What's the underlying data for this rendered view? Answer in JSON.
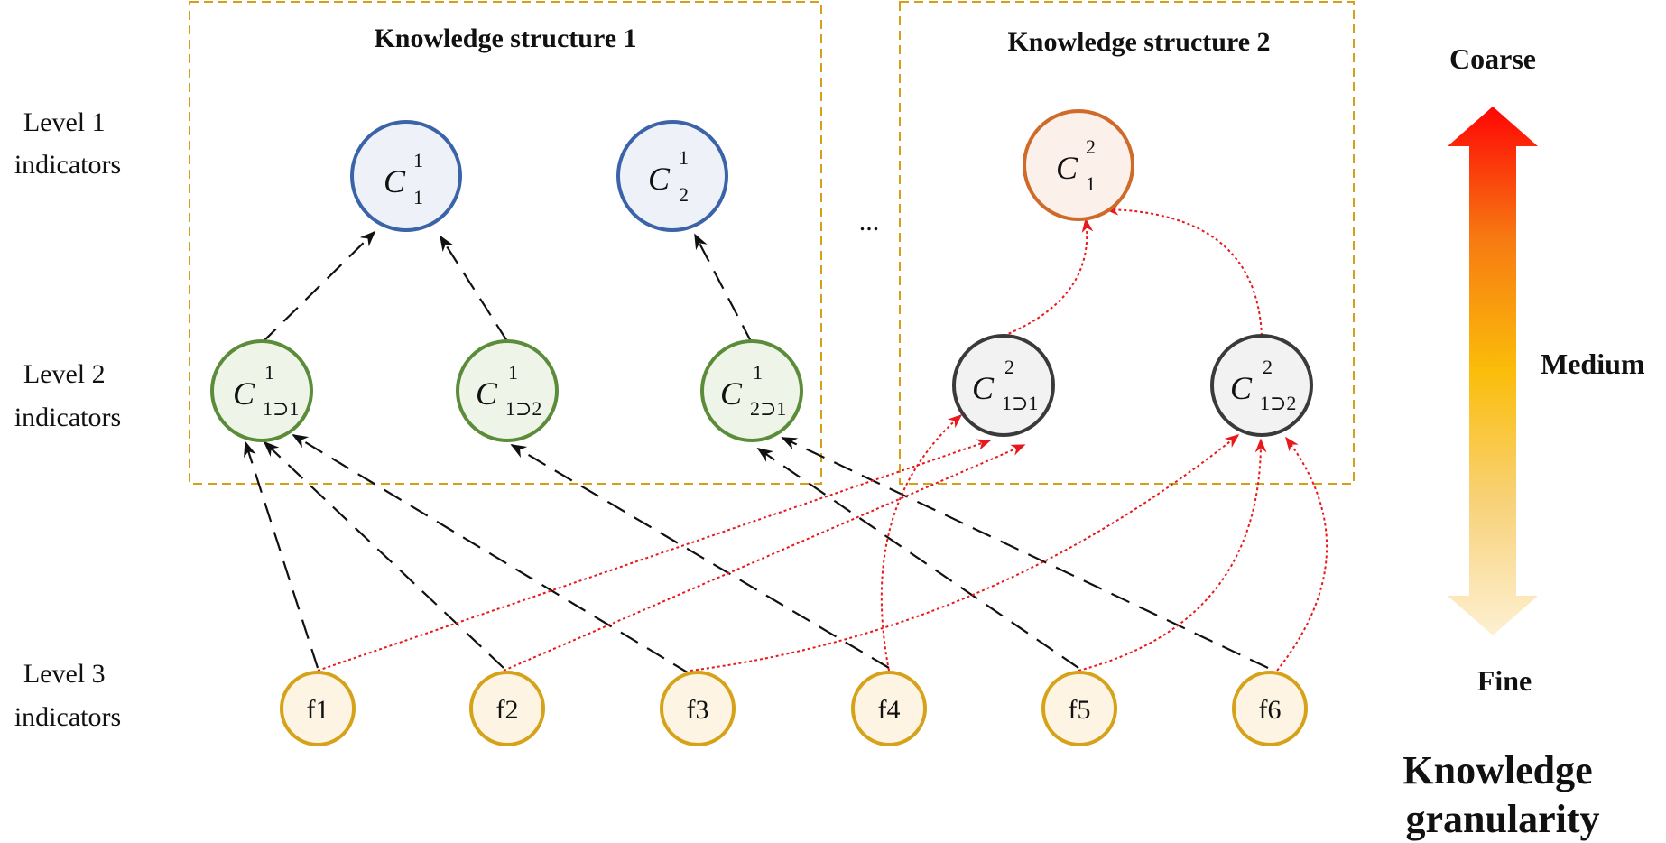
{
  "levels": {
    "l1": [
      "Level 1",
      "indicators"
    ],
    "l2": [
      "Level 2",
      "indicators"
    ],
    "l3": [
      "Level 3",
      "indicators"
    ]
  },
  "structures": {
    "s1": "Knowledge structure 1",
    "s2": "Knowledge structure 2"
  },
  "ellipsis": "...",
  "granularity": {
    "coarse": "Coarse",
    "medium": "Medium",
    "fine": "Fine",
    "title": [
      "Knowledge",
      "granularity"
    ]
  },
  "nodes": {
    "c1_1": {
      "base": "C",
      "sup": "1",
      "sub": "1"
    },
    "c1_2": {
      "base": "C",
      "sup": "1",
      "sub": "2"
    },
    "c2_1": {
      "base": "C",
      "sup": "2",
      "sub": "1"
    },
    "c1_11": {
      "base": "C",
      "sup": "1",
      "sub": "1⊃1"
    },
    "c1_12": {
      "base": "C",
      "sup": "1",
      "sub": "1⊃2"
    },
    "c1_21": {
      "base": "C",
      "sup": "1",
      "sub": "2⊃1"
    },
    "c2_11": {
      "base": "C",
      "sup": "2",
      "sub": "1⊃1"
    },
    "c2_12": {
      "base": "C",
      "sup": "2",
      "sub": "1⊃2"
    },
    "f": [
      "f1",
      "f2",
      "f3",
      "f4",
      "f5",
      "f6"
    ]
  },
  "colors": {
    "box": "#d4a017",
    "blue": "#3a63a8",
    "green": "#5b8c3a",
    "orange": "#cf6b2a",
    "dark": "#3a3a3a",
    "yellow": "#d6a21a",
    "red": "#e8191c"
  }
}
